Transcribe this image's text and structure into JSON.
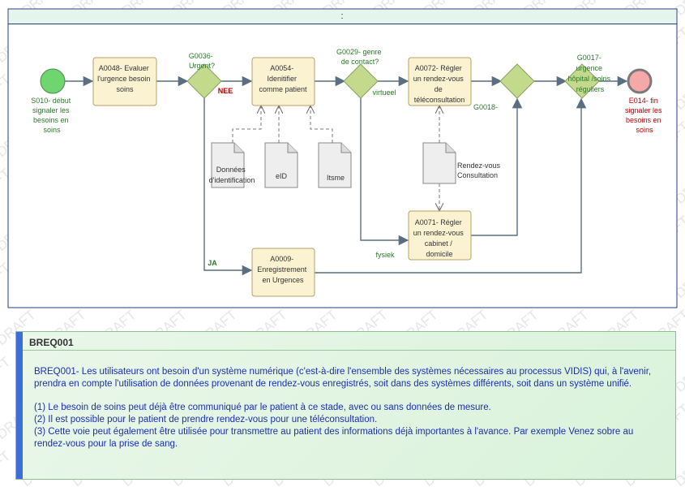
{
  "pool": {
    "label": ":"
  },
  "colors": {
    "task_fill": "#fbf2d2",
    "gateway_fill": "#c3da8c",
    "start_fill": "#6fd66f",
    "end_fill": "#f5a8a8",
    "label_green": "#2a7a2a",
    "label_red": "#b00000",
    "label_end_red": "#c00000",
    "note_accent": "#3a6fd8",
    "note_text": "#1a2fb0"
  },
  "watermark": {
    "text": "DRAFT"
  },
  "events": {
    "start": {
      "lines": [
        "S010- début",
        "signaler les",
        "besoins en",
        "soins"
      ]
    },
    "end": {
      "lines": [
        "E014- fin",
        "signaler les",
        "besoins en",
        "soins"
      ]
    }
  },
  "tasks": {
    "a0048": {
      "lines": [
        "A0048- Evaluer",
        "l'urgence besoin",
        "soins"
      ]
    },
    "a0054": {
      "lines": [
        "A0054-",
        "Idenitifier",
        "comme patient"
      ]
    },
    "a0072": {
      "lines": [
        "A0072- Régler",
        "un rendez-vous",
        "de",
        "téléconsultation"
      ]
    },
    "a0071": {
      "lines": [
        "A0071- Régler",
        "un rendez-vous",
        "cabinet /",
        "domicile"
      ]
    },
    "a0009": {
      "lines": [
        "A0009-",
        "Enregistrement",
        "en Urgences"
      ]
    }
  },
  "gateways": {
    "g0036": {
      "lines": [
        "G0036-",
        "Urgent?"
      ]
    },
    "g0029": {
      "lines": [
        "G0029- genre",
        "de contact?"
      ]
    },
    "g0018": {
      "lines": [
        "G0018-"
      ]
    },
    "g0017": {
      "lines": [
        "G0017-",
        "urgence",
        "hôpital /soins",
        "réguliers"
      ]
    }
  },
  "flow_labels": {
    "nee": "NEE",
    "ja": "JA",
    "virtueel": "virtueel",
    "fysiek": "fysiek"
  },
  "data_objects": {
    "donnees": {
      "lines": [
        "Données",
        "d'identification"
      ]
    },
    "eid": {
      "lines": [
        "eID"
      ]
    },
    "itsme": {
      "lines": [
        "Itsme"
      ]
    },
    "rdv": {
      "lines": [
        "Rendez-vous",
        "Consultation"
      ]
    }
  },
  "note": {
    "title": "BREQ001",
    "paragraph": "BREQ001- Les utilisateurs ont besoin d'un système numérique (c'est-à-dire l'ensemble des systèmes nécessaires au processus VIDIS) qui, à l'avenir, prendra en compte l'utilisation de données provenant de rendez-vous enregistrés, soit dans des systèmes différents, soit dans un système unifié.",
    "items": [
      "(1) Le besoin de soins peut déjà être communiqué par le patient à ce stade, avec ou sans données de mesure.",
      "(2) Il est possible pour le patient de prendre rendez-vous pour une téléconsultation.",
      "(3) Cette voie peut également être utilisée pour transmettre au patient des informations déjà importantes à l'avance. Par exemple Venez sobre au rendez-vous pour la prise de sang."
    ]
  }
}
